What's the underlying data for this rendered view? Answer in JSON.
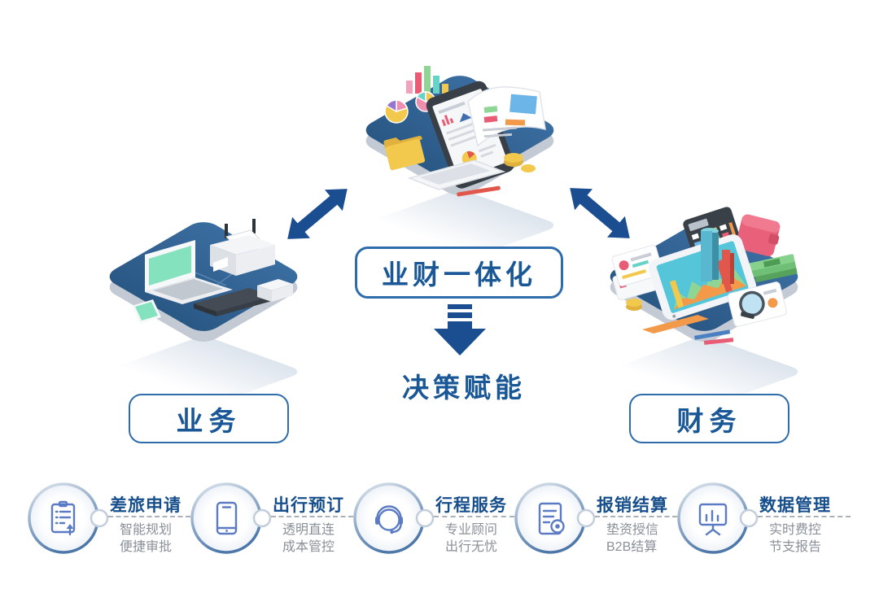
{
  "diagram": {
    "center_box": "业财一体化",
    "down_label": "决策赋能",
    "left_box": "业务",
    "right_box": "财务"
  },
  "illustrations": {
    "left_platform": "office-devices-laptop-printer-phone",
    "top_platform": "tablet-report-charts-folder",
    "right_platform": "finance-tablet-calculator-wallet-money"
  },
  "steps": [
    {
      "icon": "travel-request-clipboard-icon",
      "title": "差旅申请",
      "lines": [
        "智能规划",
        "便捷审批"
      ]
    },
    {
      "icon": "smartphone-booking-icon",
      "title": "出行预订",
      "lines": [
        "透明直连",
        "成本管控"
      ]
    },
    {
      "icon": "headset-service-icon",
      "title": "行程服务",
      "lines": [
        "专业顾问",
        "出行无忧"
      ]
    },
    {
      "icon": "settlement-document-icon",
      "title": "报销结算",
      "lines": [
        "垫资授信",
        "B2B结算"
      ]
    },
    {
      "icon": "data-dashboard-icon",
      "title": "数据管理",
      "lines": [
        "实时费控",
        "节支报告"
      ]
    }
  ],
  "colors": {
    "platform_blue": "#2e5d8c",
    "arrow_blue": "#1b4e91",
    "box_border_blue": "#2f6cab",
    "heading_blue": "#1a5796",
    "step_title_blue": "#174f8c",
    "subtitle_gray": "#8a9098",
    "icon_stroke_blue": "#5b7cc4",
    "dash_gray": "#abb1b9"
  }
}
